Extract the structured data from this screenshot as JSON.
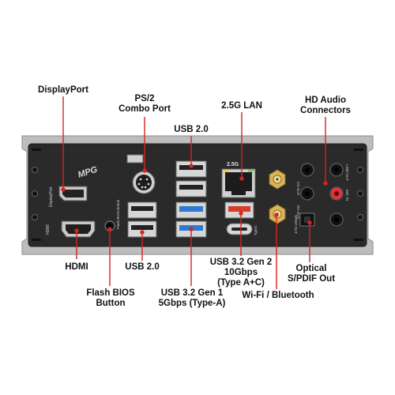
{
  "labels": {
    "displayport": [
      "DisplayPort"
    ],
    "ps2": [
      "PS/2",
      "Combo Port"
    ],
    "usb20_top": [
      "USB 2.0"
    ],
    "lan": [
      "2.5G LAN"
    ],
    "hd_audio": [
      "HD Audio",
      "Connectors"
    ],
    "hdmi": [
      "HDMI"
    ],
    "usb20_bottom": [
      "USB 2.0"
    ],
    "usb32gen2": [
      "USB 3.2 Gen 2",
      "10Gbps",
      "(Type A+C)"
    ],
    "optical": [
      "Optical",
      "S/PDIF Out"
    ],
    "flash_bios": [
      "Flash BIOS",
      "Button"
    ],
    "usb32gen1": [
      "USB 3.2 Gen 1",
      "5Gbps (Type-A)"
    ],
    "wifi_bt": [
      "Wi-Fi / Bluetooth"
    ]
  },
  "panel_text": {
    "brand": "MPG",
    "hdmi_mark": "HDMI",
    "displayport_mark": "DisplayPort",
    "flash_mark": "Flash BIOS Button",
    "lan_speed": "2.5G",
    "usb_c_mark": "TypeC",
    "audio_cs": "CS-OUT",
    "audio_rs": "RS-OUT",
    "audio_spdif": "SPDIF OUT",
    "audio_line": "LINE-OUT",
    "audio_mic": "MIC IN"
  },
  "colors": {
    "leader_line": "#d92222",
    "panel": "#2a2a2a",
    "usb3_blue": "#2b7bd6",
    "usb_red": "#d83a2a",
    "mic_pink": "#e0323a",
    "antenna_gold": "#c49a3a"
  }
}
